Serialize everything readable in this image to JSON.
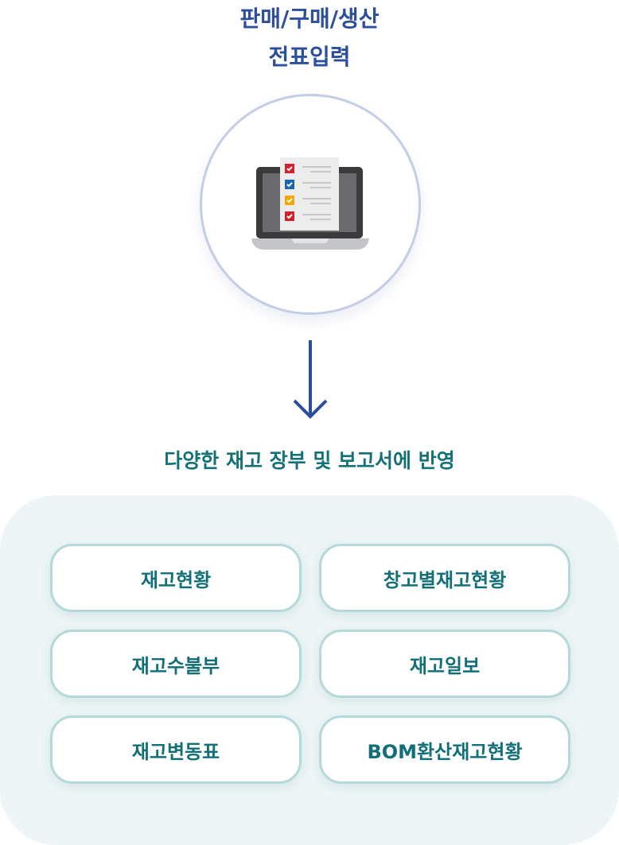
{
  "header": {
    "line1": "판매/구매/생산",
    "line2": "전표입력"
  },
  "subtitle": "다양한 재고 장부 및 보고서에 반영",
  "reports": [
    "재고현황",
    "창고별재고현황",
    "재고수불부",
    "재고일보",
    "재고변동표",
    "BOM환산재고현황"
  ],
  "colors": {
    "title": "#2b4f9d",
    "teal": "#117077",
    "check_red": "#d0202e",
    "check_blue": "#1c63b5",
    "check_yellow": "#f5a800"
  }
}
